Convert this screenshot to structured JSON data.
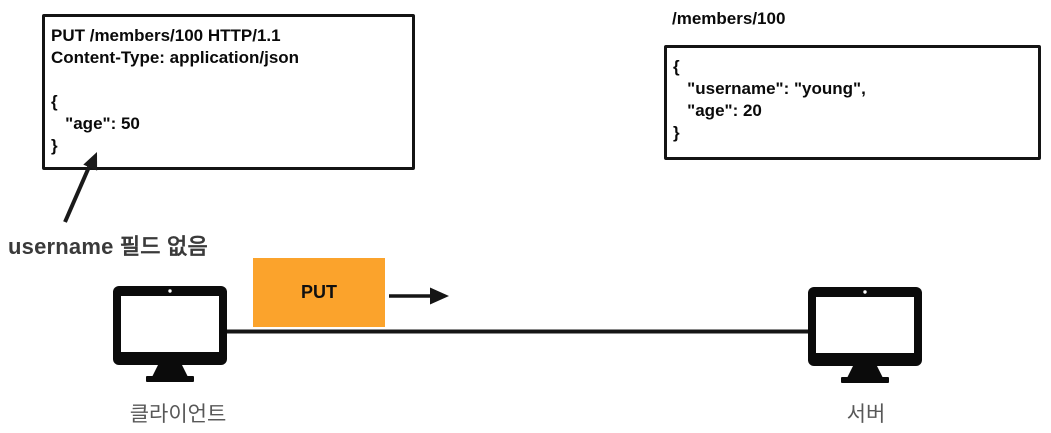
{
  "request_box": {
    "lines": [
      "PUT /members/100 HTTP/1.1",
      "Content-Type: application/json",
      "",
      "{",
      "   \"age\": 50",
      "}"
    ]
  },
  "annotation": {
    "text": "username 필드 없음"
  },
  "resource_box": {
    "path_label": "/members/100",
    "lines": [
      "{",
      "   \"username\": \"young\",",
      "   \"age\": 20",
      "}"
    ]
  },
  "flow": {
    "method_label": "PUT"
  },
  "nodes": {
    "client_label": "클라이언트",
    "server_label": "서버"
  },
  "icons": {
    "client": "desktop-monitor-icon",
    "server": "desktop-monitor-icon",
    "flow_arrow": "right-arrow-icon",
    "annotation_arrow": "up-right-arrow-icon"
  },
  "colors": {
    "method_box_orange": "#FBA32C",
    "ink_black": "#141414",
    "node_label_gray": "#585858",
    "annotation_gray": "#3A3A3A"
  }
}
